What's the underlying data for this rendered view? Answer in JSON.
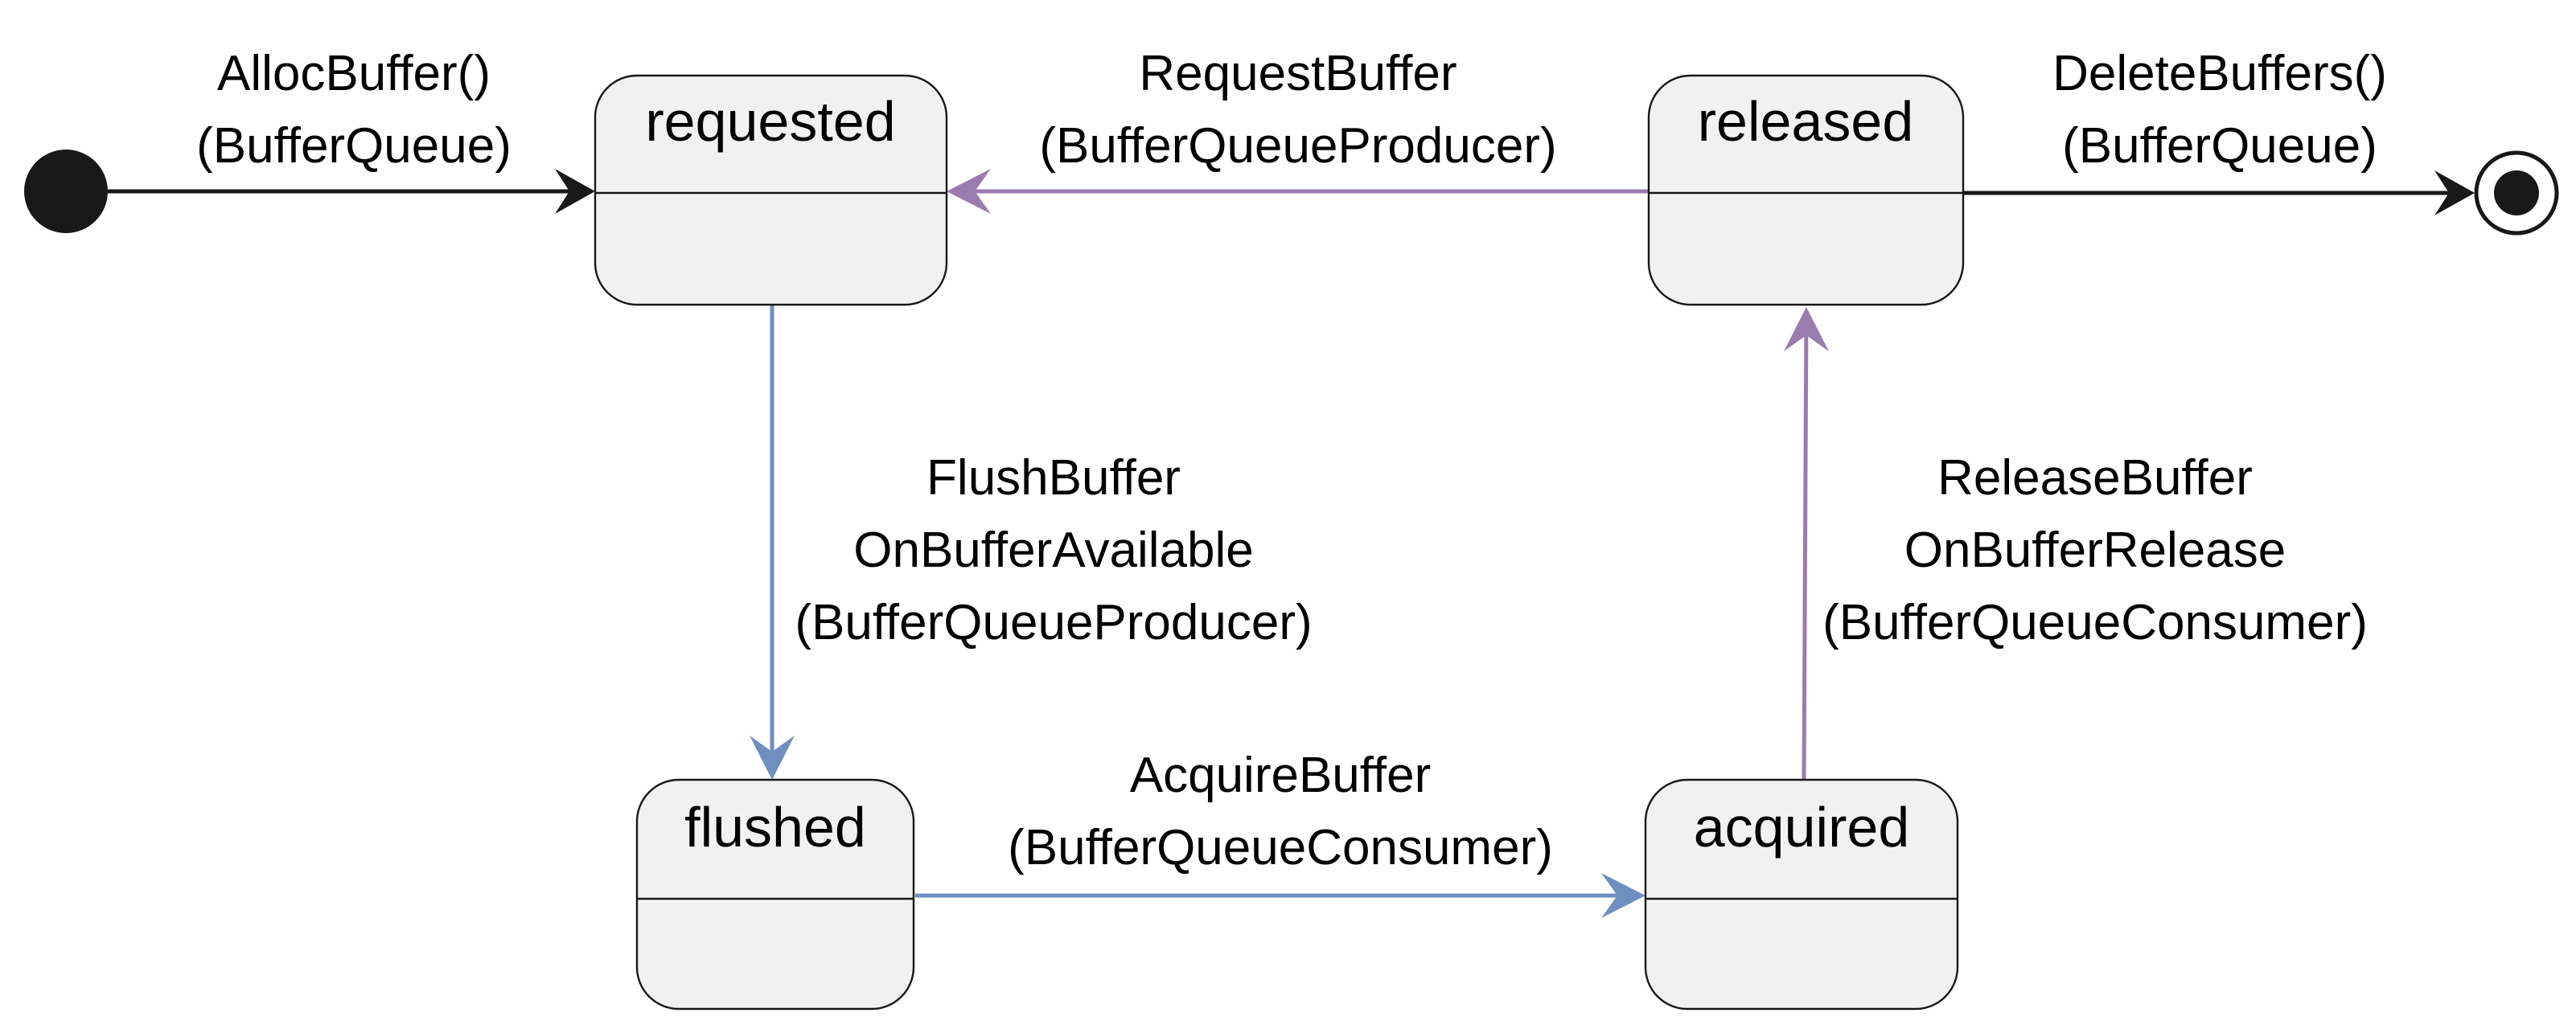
{
  "diagram": {
    "type": "state-machine",
    "colors": {
      "black": "#181818",
      "purple": "#9a7bb0",
      "blue": "#6f8fc0",
      "state_fill": "#f1f1f1"
    },
    "states": {
      "requested": "requested",
      "released": "released",
      "flushed": "flushed",
      "acquired": "acquired"
    },
    "transitions": {
      "alloc": {
        "line1": "AllocBuffer()",
        "line2": "(BufferQueue)"
      },
      "request": {
        "line1": "RequestBuffer",
        "line2": "(BufferQueueProducer)"
      },
      "delete": {
        "line1": "DeleteBuffers()",
        "line2": "(BufferQueue)"
      },
      "flush": {
        "line1": "FlushBuffer",
        "line2": "OnBufferAvailable",
        "line3": "(BufferQueueProducer)"
      },
      "release": {
        "line1": "ReleaseBuffer",
        "line2": "OnBufferRelease",
        "line3": "(BufferQueueConsumer)"
      },
      "acquire": {
        "line1": "AcquireBuffer",
        "line2": "(BufferQueueConsumer)"
      }
    }
  }
}
